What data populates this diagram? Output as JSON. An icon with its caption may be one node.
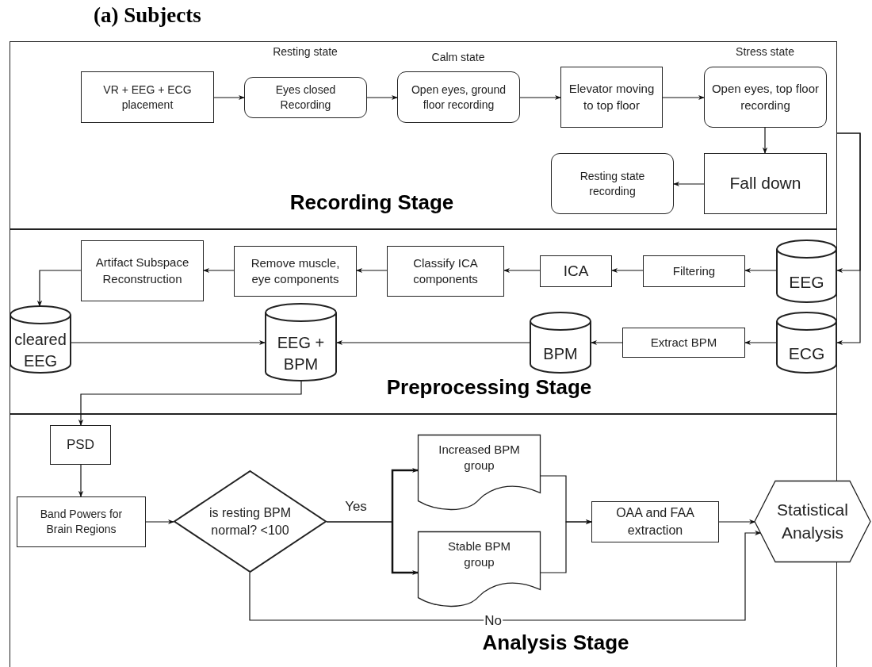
{
  "diagram": {
    "title": "(a) Subjects",
    "nodes": [
      {
        "text": [
          "Recording Stage"
        ]
      },
      {
        "text": [
          "VR + EEG + ECG placement"
        ],
        "in": 0
      },
      {
        "text": [
          "Eyes closed Recording"
        ],
        "in": 0,
        "beside": [
          "Resting state"
        ]
      },
      {
        "text": [
          "Open eyes, ground floor recording"
        ],
        "in": 0,
        "beside": [
          "Calm state"
        ]
      },
      {
        "text": [
          "Elevator moving to top floor"
        ],
        "in": 0
      },
      {
        "text": [
          "Open eyes, top floor recording"
        ],
        "in": 0,
        "beside": [
          "Stress state"
        ]
      },
      {
        "text": [
          "Fall down"
        ],
        "in": 0
      },
      {
        "text": [
          "Resting state recording"
        ],
        "in": 0
      },
      {
        "text": [
          "Preprocessing Stage"
        ]
      },
      {
        "text": [
          "EEG"
        ],
        "in": 8
      },
      {
        "text": [
          "Filtering"
        ],
        "in": 8
      },
      {
        "text": [
          "ICA"
        ],
        "in": 8
      },
      {
        "text": [
          "Classify ICA components"
        ],
        "in": 8
      },
      {
        "text": [
          "Remove muscle, eye components"
        ],
        "in": 8
      },
      {
        "text": [
          "Artifact Subspace Reconstruction"
        ],
        "in": 8
      },
      {
        "text": [
          "cleared EEG"
        ],
        "in": 8
      },
      {
        "text": [
          "EEG + BPM"
        ],
        "in": 8
      },
      {
        "text": [
          "BPM"
        ],
        "in": 8
      },
      {
        "text": [
          "Extract BPM"
        ],
        "in": 8
      },
      {
        "text": [
          "ECG"
        ],
        "in": 8
      },
      {
        "text": [
          "Analysis Stage"
        ]
      },
      {
        "text": [
          "PSD"
        ],
        "in": 20
      },
      {
        "text": [
          "Band Powers for Brain Regions"
        ],
        "in": 20
      },
      {
        "text": [
          "is resting BPM normal? <100"
        ],
        "in": 20
      },
      {
        "text": [
          "Increased BPM group"
        ],
        "in": 20
      },
      {
        "text": [
          "Stable BPM group"
        ],
        "in": 20
      },
      {
        "text": [
          "OAA and FAA extraction"
        ],
        "in": 20
      },
      {
        "text": [
          "Statistical Analysis"
        ]
      }
    ],
    "edges": [
      {
        "from": 1,
        "to": 2,
        "arrow": "to"
      },
      {
        "from": 2,
        "to": 3,
        "arrow": "to"
      },
      {
        "from": 3,
        "to": 4,
        "arrow": "to"
      },
      {
        "from": 4,
        "to": 5,
        "arrow": "to"
      },
      {
        "from": 5,
        "to": 6,
        "arrow": "to"
      },
      {
        "from": 6,
        "to": 7,
        "arrow": "to"
      },
      {
        "from": 0,
        "to": 9,
        "arrow": "to"
      },
      {
        "from": 0,
        "to": 19,
        "arrow": "to"
      },
      {
        "from": 9,
        "to": 10,
        "arrow": "to"
      },
      {
        "from": 10,
        "to": 11,
        "arrow": "to"
      },
      {
        "from": 11,
        "to": 12,
        "arrow": "to"
      },
      {
        "from": 12,
        "to": 13,
        "arrow": "to"
      },
      {
        "from": 13,
        "to": 14,
        "arrow": "to"
      },
      {
        "from": 14,
        "to": 15,
        "arrow": "to"
      },
      {
        "from": 19,
        "to": 18,
        "arrow": "to"
      },
      {
        "from": 18,
        "to": 17,
        "arrow": "to"
      },
      {
        "from": 17,
        "to": 16,
        "arrow": "to"
      },
      {
        "from": 15,
        "to": 16,
        "arrow": "to"
      },
      {
        "from": 16,
        "to": 21,
        "arrow": "to"
      },
      {
        "from": 21,
        "to": 22,
        "arrow": "to"
      },
      {
        "from": 22,
        "to": 23,
        "arrow": "to"
      },
      {
        "from": 23,
        "to": 24,
        "arrow": "to",
        "label": "Yes"
      },
      {
        "from": 23,
        "to": 25,
        "arrow": "to"
      },
      {
        "from": 24,
        "to": 26,
        "arrow": "to"
      },
      {
        "from": 25,
        "to": 26,
        "arrow": "to"
      },
      {
        "from": 26,
        "to": 27,
        "arrow": "to"
      },
      {
        "from": 23,
        "to": 27,
        "arrow": "to",
        "label": "No"
      }
    ]
  }
}
